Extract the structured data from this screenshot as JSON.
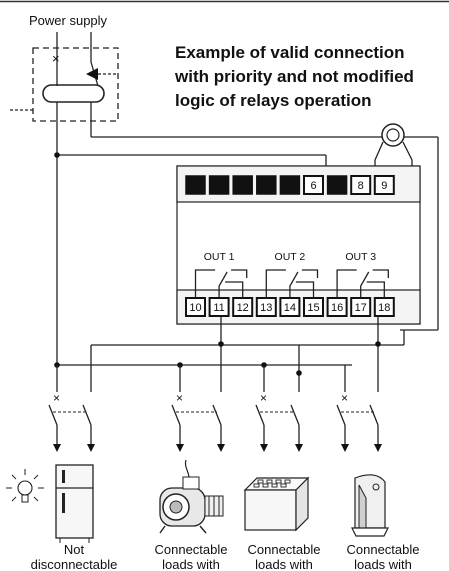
{
  "power_supply_label": "Power supply",
  "title_lines": [
    "Example of valid connection",
    "with priority and not modified",
    "logic of relays operation"
  ],
  "top_terminals": [
    "",
    "",
    "",
    "",
    "",
    "6",
    "",
    "8",
    "9"
  ],
  "out_labels": [
    "OUT 1",
    "OUT 2",
    "OUT 3"
  ],
  "bottom_terminals": [
    "10",
    "11",
    "12",
    "13",
    "14",
    "15",
    "16",
    "17",
    "18"
  ],
  "loads": [
    {
      "line1": "Not",
      "line2": "disconnectable",
      "icon": "fridge-icon"
    },
    {
      "line1": "Connectable",
      "line2": "loads with",
      "icon": "motor-pump-icon"
    },
    {
      "line1": "Connectable",
      "line2": "loads with",
      "icon": "battery-icon"
    },
    {
      "line1": "Connectable",
      "line2": "loads with",
      "icon": "water-heater-icon"
    }
  ]
}
